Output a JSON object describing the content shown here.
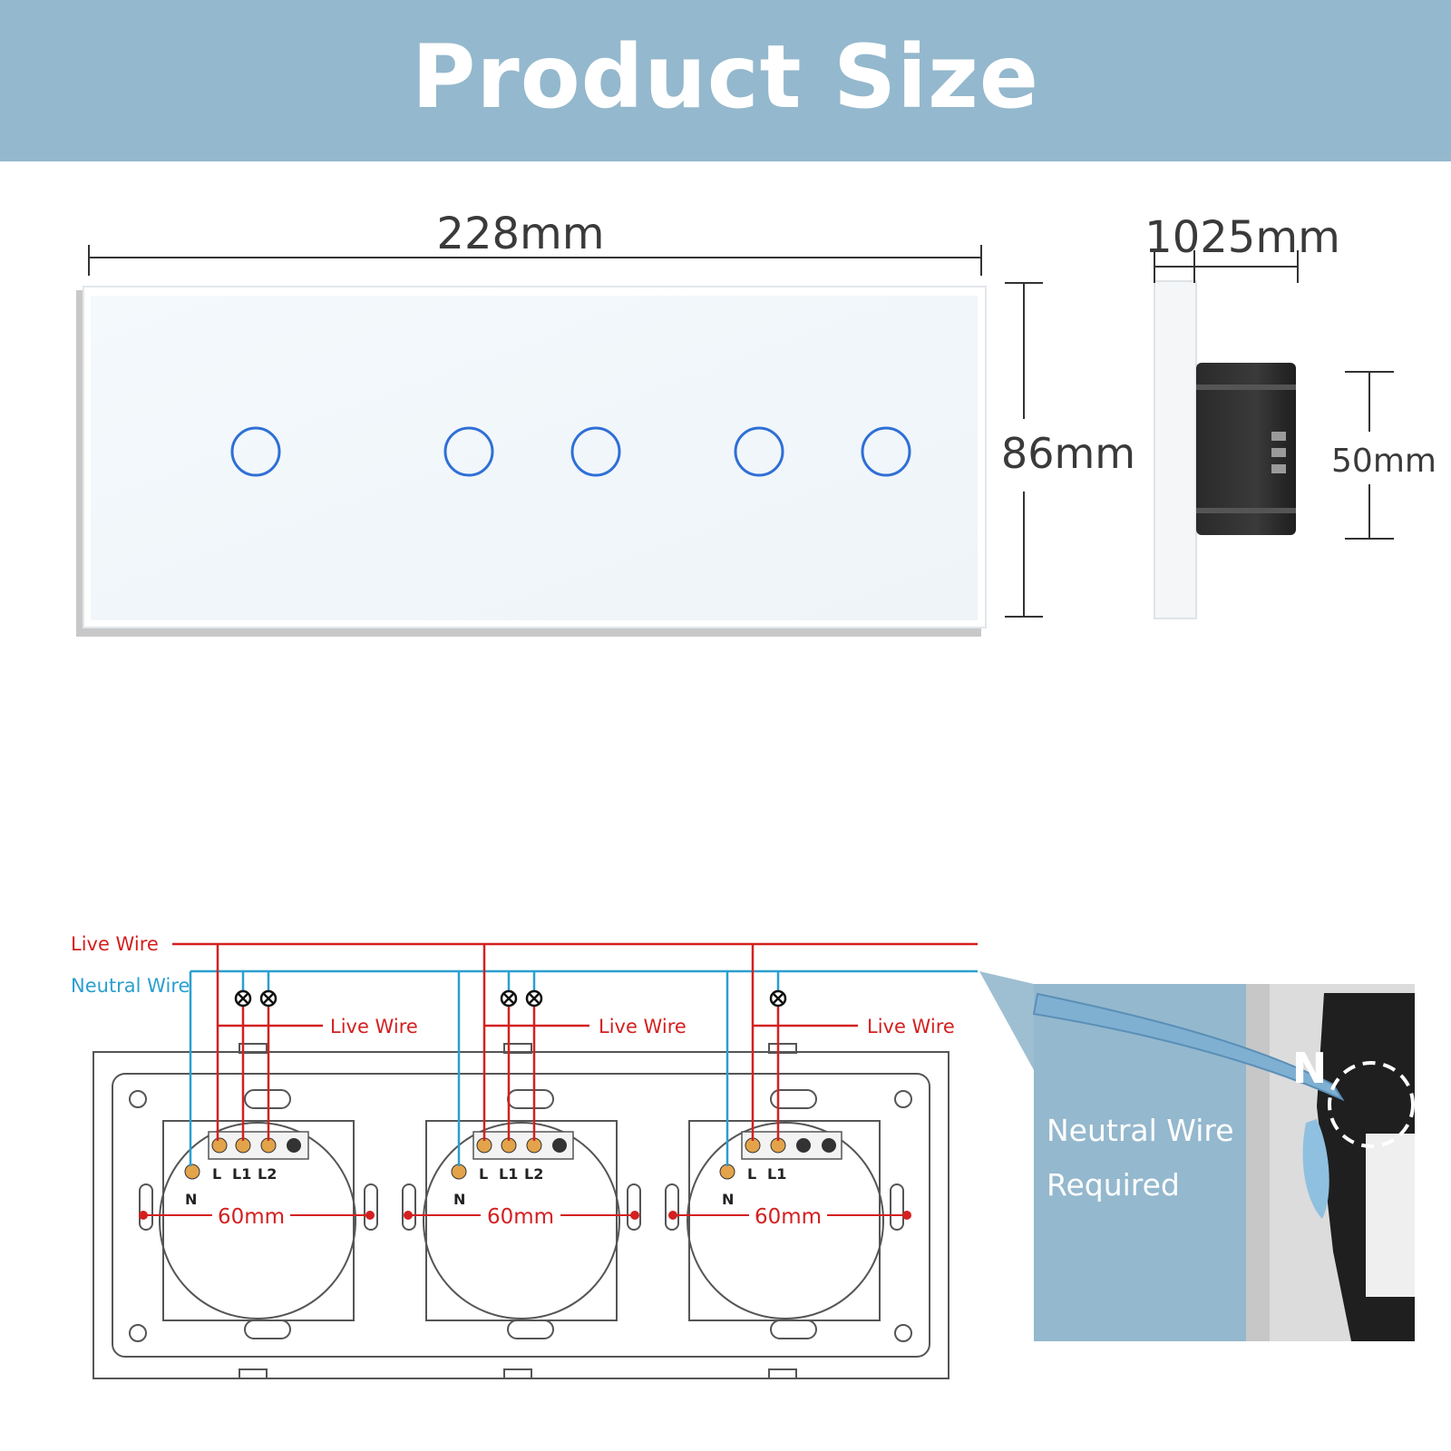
{
  "header": {
    "title": "Product Size"
  },
  "dimensions": {
    "width": "228mm",
    "height": "86mm",
    "depth": "1025mm",
    "box_height": "50mm"
  },
  "wiring": {
    "live_wire": "Live Wire",
    "neutral_wire": "Neutral Wire",
    "branch_live_labels": [
      "Live Wire",
      "Live Wire",
      "Live Wire"
    ],
    "module_spacing": [
      "60mm",
      "60mm",
      "60mm"
    ],
    "terminals": {
      "neutral": "N",
      "live": "L",
      "l1": "L1",
      "l2": "L2"
    },
    "colors": {
      "live": "#d42020",
      "neutral": "#2b9fd0"
    }
  },
  "photo": {
    "caption_line1": "Neutral Wire",
    "caption_line2": "Required",
    "marker": "N"
  },
  "panel": {
    "touch_buttons": 5,
    "button_color": "#2f6fd6"
  }
}
